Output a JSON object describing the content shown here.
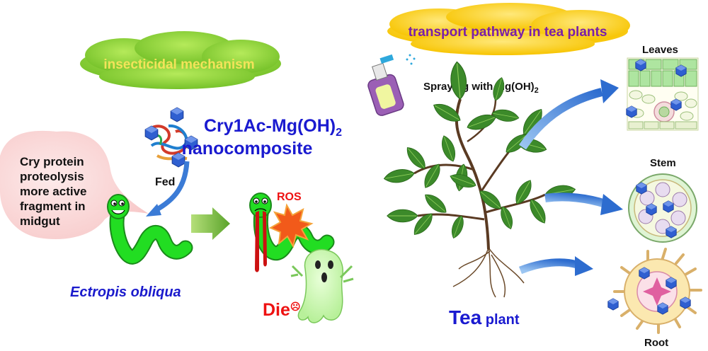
{
  "left": {
    "cloud_label": "insecticidal mechanism",
    "compound_line1": "Cry1Ac-Mg(OH)",
    "compound_sub": "2",
    "compound_line2": "nanocomposite",
    "bubble_lines": [
      "Cry protein",
      "proteolysis",
      "more active",
      "fragment in",
      "midgut"
    ],
    "fed_label": "Fed",
    "ros_label": "ROS",
    "species": "Ectropis obliqua",
    "die_label": "Die",
    "die_emoji": "☹"
  },
  "right": {
    "cloud_label": "transport pathway in tea plants",
    "spray_label": "Spraying with Mg(OH)",
    "spray_sub": "2",
    "leaves_label": "Leaves",
    "stem_label": "Stem",
    "root_label": "Root",
    "tea_big": "Tea",
    "tea_small": " plant"
  },
  "colors": {
    "cloud_green": "#8fd43a",
    "cloud_yellow": "#fcd21a",
    "cloud_text_yellow": "#f3e35a",
    "cloud_text_purple": "#7a1fa8",
    "nano_blue": "#2f5fd0",
    "worm_green": "#22dd22",
    "arrow_blue": "#3b7bd6",
    "arrow_green": "#7ec23c",
    "bubble_pink": "#fbdada",
    "compound_blue": "#1a1ad0",
    "die_red": "#ee1111"
  }
}
